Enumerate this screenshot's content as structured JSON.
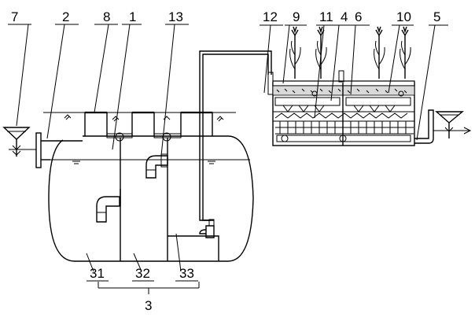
{
  "callouts": {
    "c7": "7",
    "c2": "2",
    "c8": "8",
    "c1": "1",
    "c13": "13",
    "c12": "12",
    "c9": "9",
    "c11": "11",
    "c4": "4",
    "c6": "6",
    "c10": "10",
    "c5": "5",
    "c31": "31",
    "c32": "32",
    "c33": "33",
    "c3": "3"
  }
}
